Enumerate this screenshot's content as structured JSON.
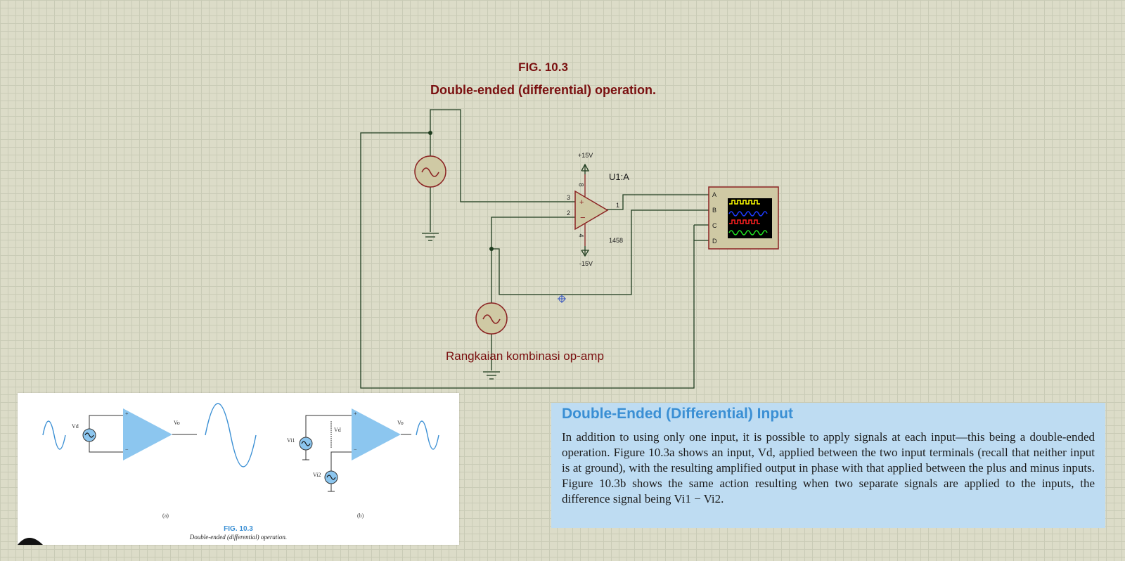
{
  "figure": {
    "number": "FIG. 10.3",
    "caption": "Double-ended (differential) operation."
  },
  "schematic": {
    "opamp_ref": "U1:A",
    "opamp_part": "1458",
    "supply_positive": "+15V",
    "supply_negative": "-15V",
    "pins": {
      "noninv": "3",
      "inv": "2",
      "out": "1",
      "vcc": "8",
      "vee": "4"
    },
    "oscilloscope_channels": [
      "A",
      "B",
      "C",
      "D"
    ],
    "trace_colors": [
      "#ffff00",
      "#1e3cff",
      "#ff2020",
      "#20e020"
    ],
    "circuit_label": "Rangkaian kombinasi op-amp"
  },
  "reference_figure": {
    "label_vd": "Vd",
    "label_vo": "Vo",
    "label_vo_b": "Vo",
    "label_vd_b": "Vd",
    "label_vi1": "Vi1",
    "label_vi2": "Vi2",
    "plus": "+",
    "minus": "−",
    "sub_a": "(a)",
    "sub_b": "(b)",
    "caption_number": "FIG. 10.3",
    "caption_text": "Double-ended (differential) operation."
  },
  "text_panel": {
    "heading": "Double-Ended (Differential) Input",
    "body": "In addition to using only one input, it is possible to apply signals at each input—this being a double-ended operation. Figure 10.3a shows an input, Vd, applied between the two input terminals (recall that neither input is at ground), with the resulting amplified output in phase with that applied between the plus and minus inputs. Figure 10.3b shows the same action resulting when two separate signals are applied to the inputs, the difference signal being Vi1 − Vi2."
  }
}
